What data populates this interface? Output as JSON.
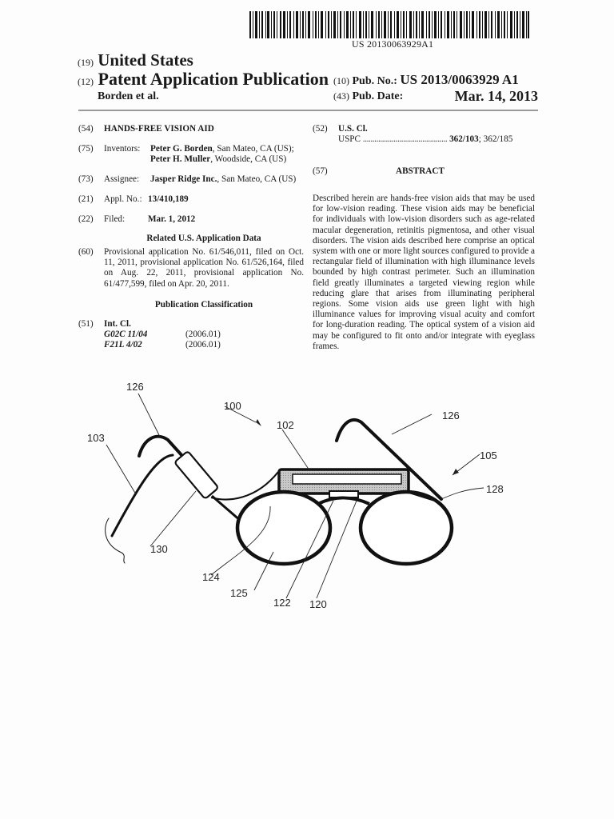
{
  "header": {
    "barcode_number": "US 20130063929A1",
    "country_code": "(19)",
    "country": "United States",
    "pubtype_code": "(12)",
    "pub_type": "Patent Application Publication",
    "authors": "Borden et al.",
    "pub_no_code": "(10)",
    "pub_no_label": "Pub. No.:",
    "pub_no": "US 2013/0063929 A1",
    "pub_date_code": "(43)",
    "pub_date_label": "Pub. Date:",
    "pub_date": "Mar. 14, 2013"
  },
  "left_column": {
    "title": {
      "code": "(54)",
      "value": "HANDS-FREE VISION AID"
    },
    "inventors": {
      "code": "(75)",
      "label": "Inventors:",
      "list": [
        {
          "name": "Peter G. Borden",
          "location": ", San Mateo, CA (US);"
        },
        {
          "name": "Peter H. Muller",
          "location": ", Woodside, CA (US)"
        }
      ]
    },
    "assignee": {
      "code": "(73)",
      "label": "Assignee:",
      "name": "Jasper Ridge Inc.",
      "location": ", San Mateo, CA (US)"
    },
    "appl_no": {
      "code": "(21)",
      "label": "Appl. No.:",
      "value": "13/410,189"
    },
    "filed": {
      "code": "(22)",
      "label": "Filed:",
      "value": "Mar. 1, 2012"
    },
    "related_heading": "Related U.S. Application Data",
    "provisional": {
      "code": "(60)",
      "text": "Provisional application No. 61/546,011, filed on Oct. 11, 2011, provisional application No. 61/526,164, filed on Aug. 22, 2011, provisional application No. 61/477,599, filed on Apr. 20, 2011."
    },
    "classification_heading": "Publication Classification",
    "int_cl": {
      "code": "(51)",
      "label": "Int. Cl.",
      "entries": [
        {
          "class": "G02C 11/04",
          "version": "(2006.01)"
        },
        {
          "class": "F21L 4/02",
          "version": "(2006.01)"
        }
      ]
    }
  },
  "right_column": {
    "us_cl": {
      "code": "(52)",
      "label": "U.S. Cl.",
      "uspc_label": "USPC",
      "dots": "............................................",
      "primary": "362/103",
      "secondary": "; 362/185"
    },
    "abstract": {
      "code": "(57)",
      "heading": "ABSTRACT",
      "text": "Described herein are hands-free vision aids that may be used for low-vision reading. These vision aids may be beneficial for individuals with low-vision disorders such as age-related macular degeneration, retinitis pigmentosa, and other visual disorders. The vision aids described here comprise an optical system with one or more light sources configured to provide a rectangular field of illumination with high illuminance levels bounded by high contrast perimeter. Such an illumination field greatly illuminates a targeted viewing region while reducing glare that arises from illuminating peripheral regions. Some vision aids use green light with high illuminance values for improving visual acuity and comfort for long-duration reading. The optical system of a vision aid may be configured to fit onto and/or integrate with eyeglass frames."
    }
  },
  "figure": {
    "labels": {
      "l100": "100",
      "l102": "102",
      "l103": "103",
      "l105": "105",
      "l120": "120",
      "l122": "122",
      "l124": "124",
      "l125": "125",
      "l126a": "126",
      "l126b": "126",
      "l128": "128",
      "l130": "130"
    }
  }
}
